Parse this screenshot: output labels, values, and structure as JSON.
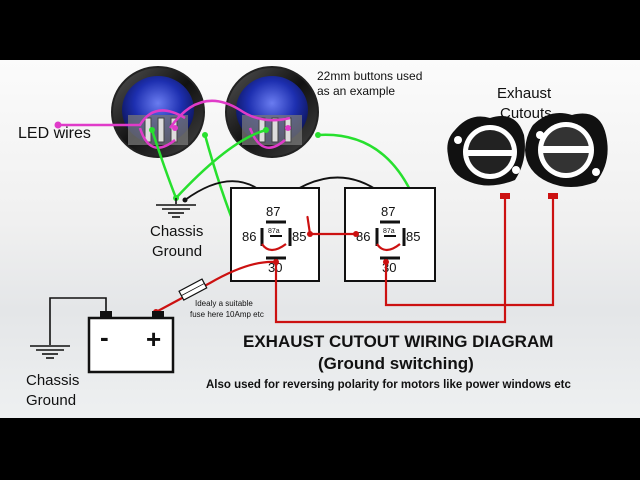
{
  "title": "EXHAUST CUTOUT WIRING DIAGRAM",
  "subtitle": "(Ground switching)",
  "caption": "Also used for reversing polarity for motors like power windows etc",
  "buttons_note": [
    "22mm buttons used",
    "as an example"
  ],
  "led_wires_label": "LED wires",
  "chassis_ground_top": [
    "Chassis",
    "Ground"
  ],
  "chassis_ground_bottom": [
    "Chassis",
    "Ground"
  ],
  "exhaust_label": [
    "Exhaust",
    "Cutouts"
  ],
  "fuse_note": [
    "Idealy a suitable",
    "fuse here 10Amp etc"
  ],
  "battery": {
    "neg": "-",
    "pos": "+"
  },
  "relay_pins": {
    "p87": "87",
    "p86": "86",
    "p87a": "87a",
    "p85": "85",
    "p30": "30"
  },
  "colors": {
    "positive": "#cc1111",
    "ground": "#27e02e",
    "led": "#e03bc9",
    "signal": "#111111",
    "button_blue": "#1d2fb0"
  },
  "icons": [
    "push-button-icon",
    "ground-symbol-icon",
    "relay-icon",
    "battery-icon",
    "fuse-icon",
    "exhaust-valve-icon"
  ]
}
